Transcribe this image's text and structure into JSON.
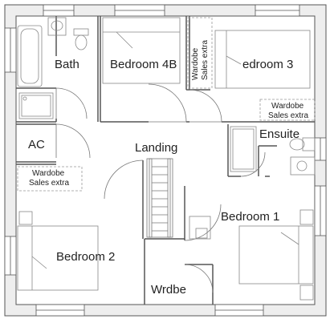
{
  "rooms": {
    "bath": "Bath",
    "bedroom_4b": "Bedroom 4B",
    "bedroom_3": "edroom 3",
    "ac": "AC",
    "landing": "Landing",
    "ensuite": "Ensuite",
    "bedroom_1": "Bedroom 1",
    "bedroom_2": "Bedroom 2",
    "wrdbe": "Wrdbe"
  },
  "notes": {
    "bed4b_wardrobe_1": "Wardobe",
    "bed4b_wardrobe_2": "Sales extra",
    "bed3_wardrobe_1": "Wardobe",
    "bed3_wardrobe_2": "Sales extra",
    "bed2_wardrobe_1": "Wardobe",
    "bed2_wardrobe_2": "Sales extra"
  },
  "colors": {
    "outer_wall_fill": "#eeeeee",
    "wall_stroke": "#555555",
    "furniture_stroke": "#888888",
    "text": "#222222"
  }
}
